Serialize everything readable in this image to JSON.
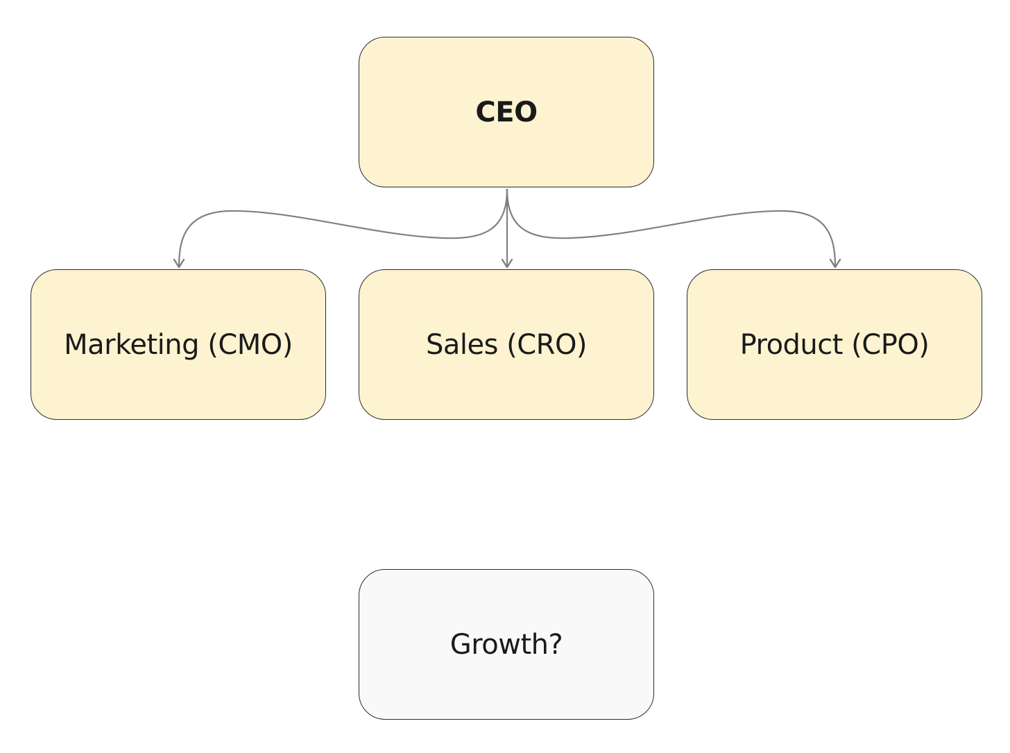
{
  "diagram": {
    "type": "org-chart",
    "colors": {
      "node_fill": "#fdf3d1",
      "node_fill_muted": "#f9f9f9",
      "node_border": "#2b2b2b",
      "connector": "#808080",
      "text": "#1a1a1a"
    },
    "nodes": [
      {
        "id": "ceo",
        "label": "CEO",
        "style": "bold"
      },
      {
        "id": "cmo",
        "label": "Marketing (CMO)"
      },
      {
        "id": "cro",
        "label": "Sales (CRO)"
      },
      {
        "id": "cpo",
        "label": "Product (CPO)"
      },
      {
        "id": "growth",
        "label": "Growth?",
        "style": "muted"
      }
    ],
    "edges": [
      {
        "from": "ceo",
        "to": "cmo"
      },
      {
        "from": "ceo",
        "to": "cro"
      },
      {
        "from": "ceo",
        "to": "cpo"
      }
    ]
  }
}
